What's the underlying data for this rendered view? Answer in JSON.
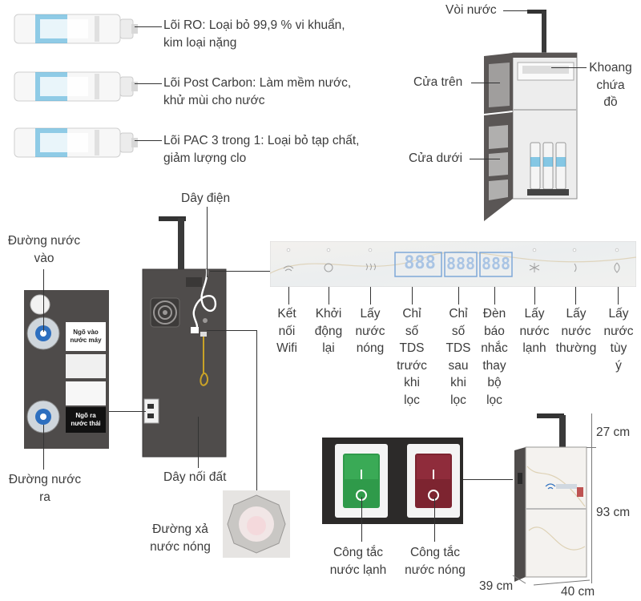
{
  "filters": [
    {
      "name": "Lõi RO",
      "desc_line1": "Lõi RO: Loại bỏ 99,9 % vi khuẩn,",
      "desc_line2": "kim loại nặng"
    },
    {
      "name": "Lõi Post Carbon",
      "desc_line1": "Lõi Post Carbon: Làm mềm nước,",
      "desc_line2": "khử mùi cho nước"
    },
    {
      "name": "Lõi PAC 3 trong 1",
      "desc_line1": "Lõi PAC 3 trong 1: Loại bỏ tạp chất,",
      "desc_line2": "giảm lượng clo"
    }
  ],
  "cabinet_labels": {
    "faucet": "Vòi nước",
    "top_door": "Cửa trên",
    "bottom_door": "Cửa dưới",
    "compartment_line1": "Khoang",
    "compartment_line2": "chứa",
    "compartment_line3": "đồ"
  },
  "back_labels": {
    "power_cord": "Dây điện",
    "water_in_line1": "Đường nước",
    "water_in_line2": "vào",
    "water_out_line1": "Đường nước",
    "water_out_line2": "ra",
    "ground_wire": "Dây nối đất",
    "hot_drain_line1": "Đường xả",
    "hot_drain_line2": "nước nóng",
    "inlet_tag_line1": "Ngõ vào",
    "inlet_tag_line2": "nước máy",
    "outlet_tag_line1": "Ngõ ra",
    "outlet_tag_line2": "nước thải"
  },
  "panel_labels": [
    {
      "words": [
        "Kết",
        "nối",
        "Wifi"
      ]
    },
    {
      "words": [
        "Khởi",
        "động",
        "lại"
      ]
    },
    {
      "words": [
        "Lấy",
        "nước",
        "nóng"
      ]
    },
    {
      "words": [
        "Chỉ",
        "số",
        "TDS",
        "trước",
        "khi",
        "lọc"
      ]
    },
    {
      "words": [
        "Chỉ",
        "số",
        "TDS",
        "sau",
        "khi",
        "lọc"
      ]
    },
    {
      "words": [
        "Đèn",
        "báo",
        "nhắc",
        "thay",
        "bộ",
        "lọc"
      ]
    },
    {
      "words": [
        "Lấy",
        "nước",
        "lạnh"
      ]
    },
    {
      "words": [
        "Lấy",
        "nước",
        "thường"
      ]
    },
    {
      "words": [
        "Lấy",
        "nước",
        "tùy",
        "ý"
      ]
    }
  ],
  "panel_displays": {
    "tds_in": "888",
    "tds_out": "888",
    "filter_life": "888"
  },
  "switch_labels": {
    "cold_line1": "Công tắc",
    "cold_line2": "nước lạnh",
    "hot_line1": "Công tắc",
    "hot_line2": "nước nóng"
  },
  "dimensions": {
    "top": "27 cm",
    "height": "93 cm",
    "depth": "39 cm",
    "width": "40 cm"
  },
  "colors": {
    "cabinet_dark": "#4f4c4b",
    "filter_blue": "#3aa8d8",
    "cold_switch": "#2f9a4a",
    "hot_switch": "#7d2430",
    "panel_bg": "#eef0f0",
    "panel_display": "#7fa8d8"
  }
}
